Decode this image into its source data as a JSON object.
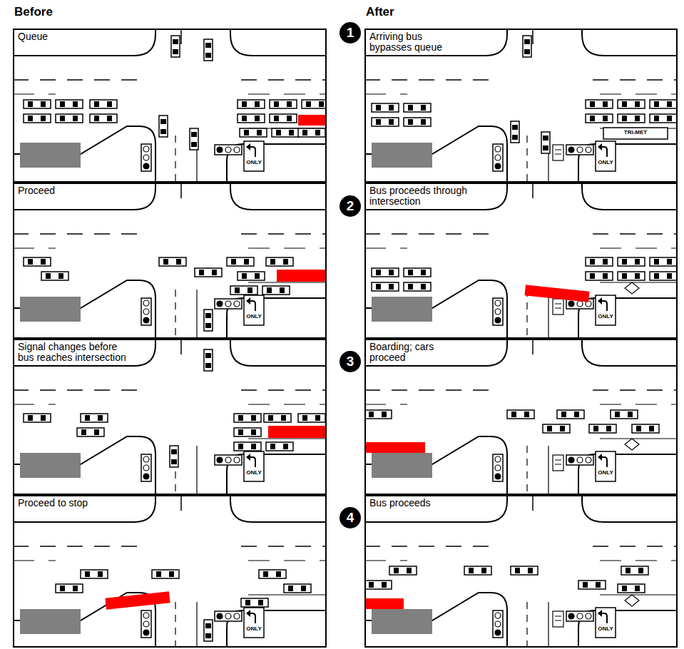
{
  "diagram": {
    "nodes": [
      {
        "text": [
          "Queue"
        ]
      },
      {
        "text": [
          "1"
        ]
      },
      {
        "text": [
          "Arriving bus bypasses queue"
        ]
      },
      {
        "text": [
          "Proceed"
        ]
      },
      {
        "text": [
          "2"
        ]
      },
      {
        "text": [
          "Bus proceeds through intersection"
        ]
      },
      {
        "text": [
          "Signal changes before bus reaches intersection"
        ]
      },
      {
        "text": [
          "3"
        ]
      },
      {
        "text": [
          "Boarding; cars proceed"
        ]
      },
      {
        "text": [
          "Proceed to stop"
        ]
      },
      {
        "text": [
          "4"
        ]
      },
      {
        "text": [
          "Bus proceeds"
        ]
      }
    ],
    "labels": [
      "Before",
      "After",
      "ONLY",
      "TRI-MET",
      "ONLY",
      "ONLY",
      "ONLY",
      "ONLY",
      "ONLY",
      "ONLY",
      "ONLY"
    ]
  }
}
